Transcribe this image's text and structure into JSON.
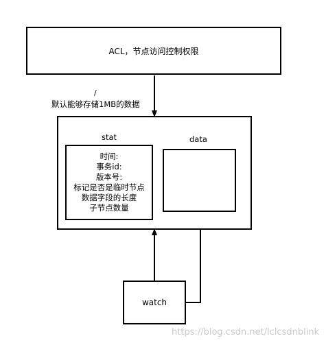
{
  "nodes": {
    "acl": "ACL，节点访问控制权限",
    "stat_title": "stat",
    "stat_lines": [
      "时间:",
      "事务id:",
      "版本号:",
      "标记是否是临时节点",
      "数据字段的长度",
      "子节点数量"
    ],
    "data_title": "data",
    "watch": "watch"
  },
  "edges": {
    "acl_to_main_label": "默认能够存储1MB的数据",
    "slash_mark": "/"
  },
  "watermark": "https://blog.csdn.net/lclcsdnblink"
}
